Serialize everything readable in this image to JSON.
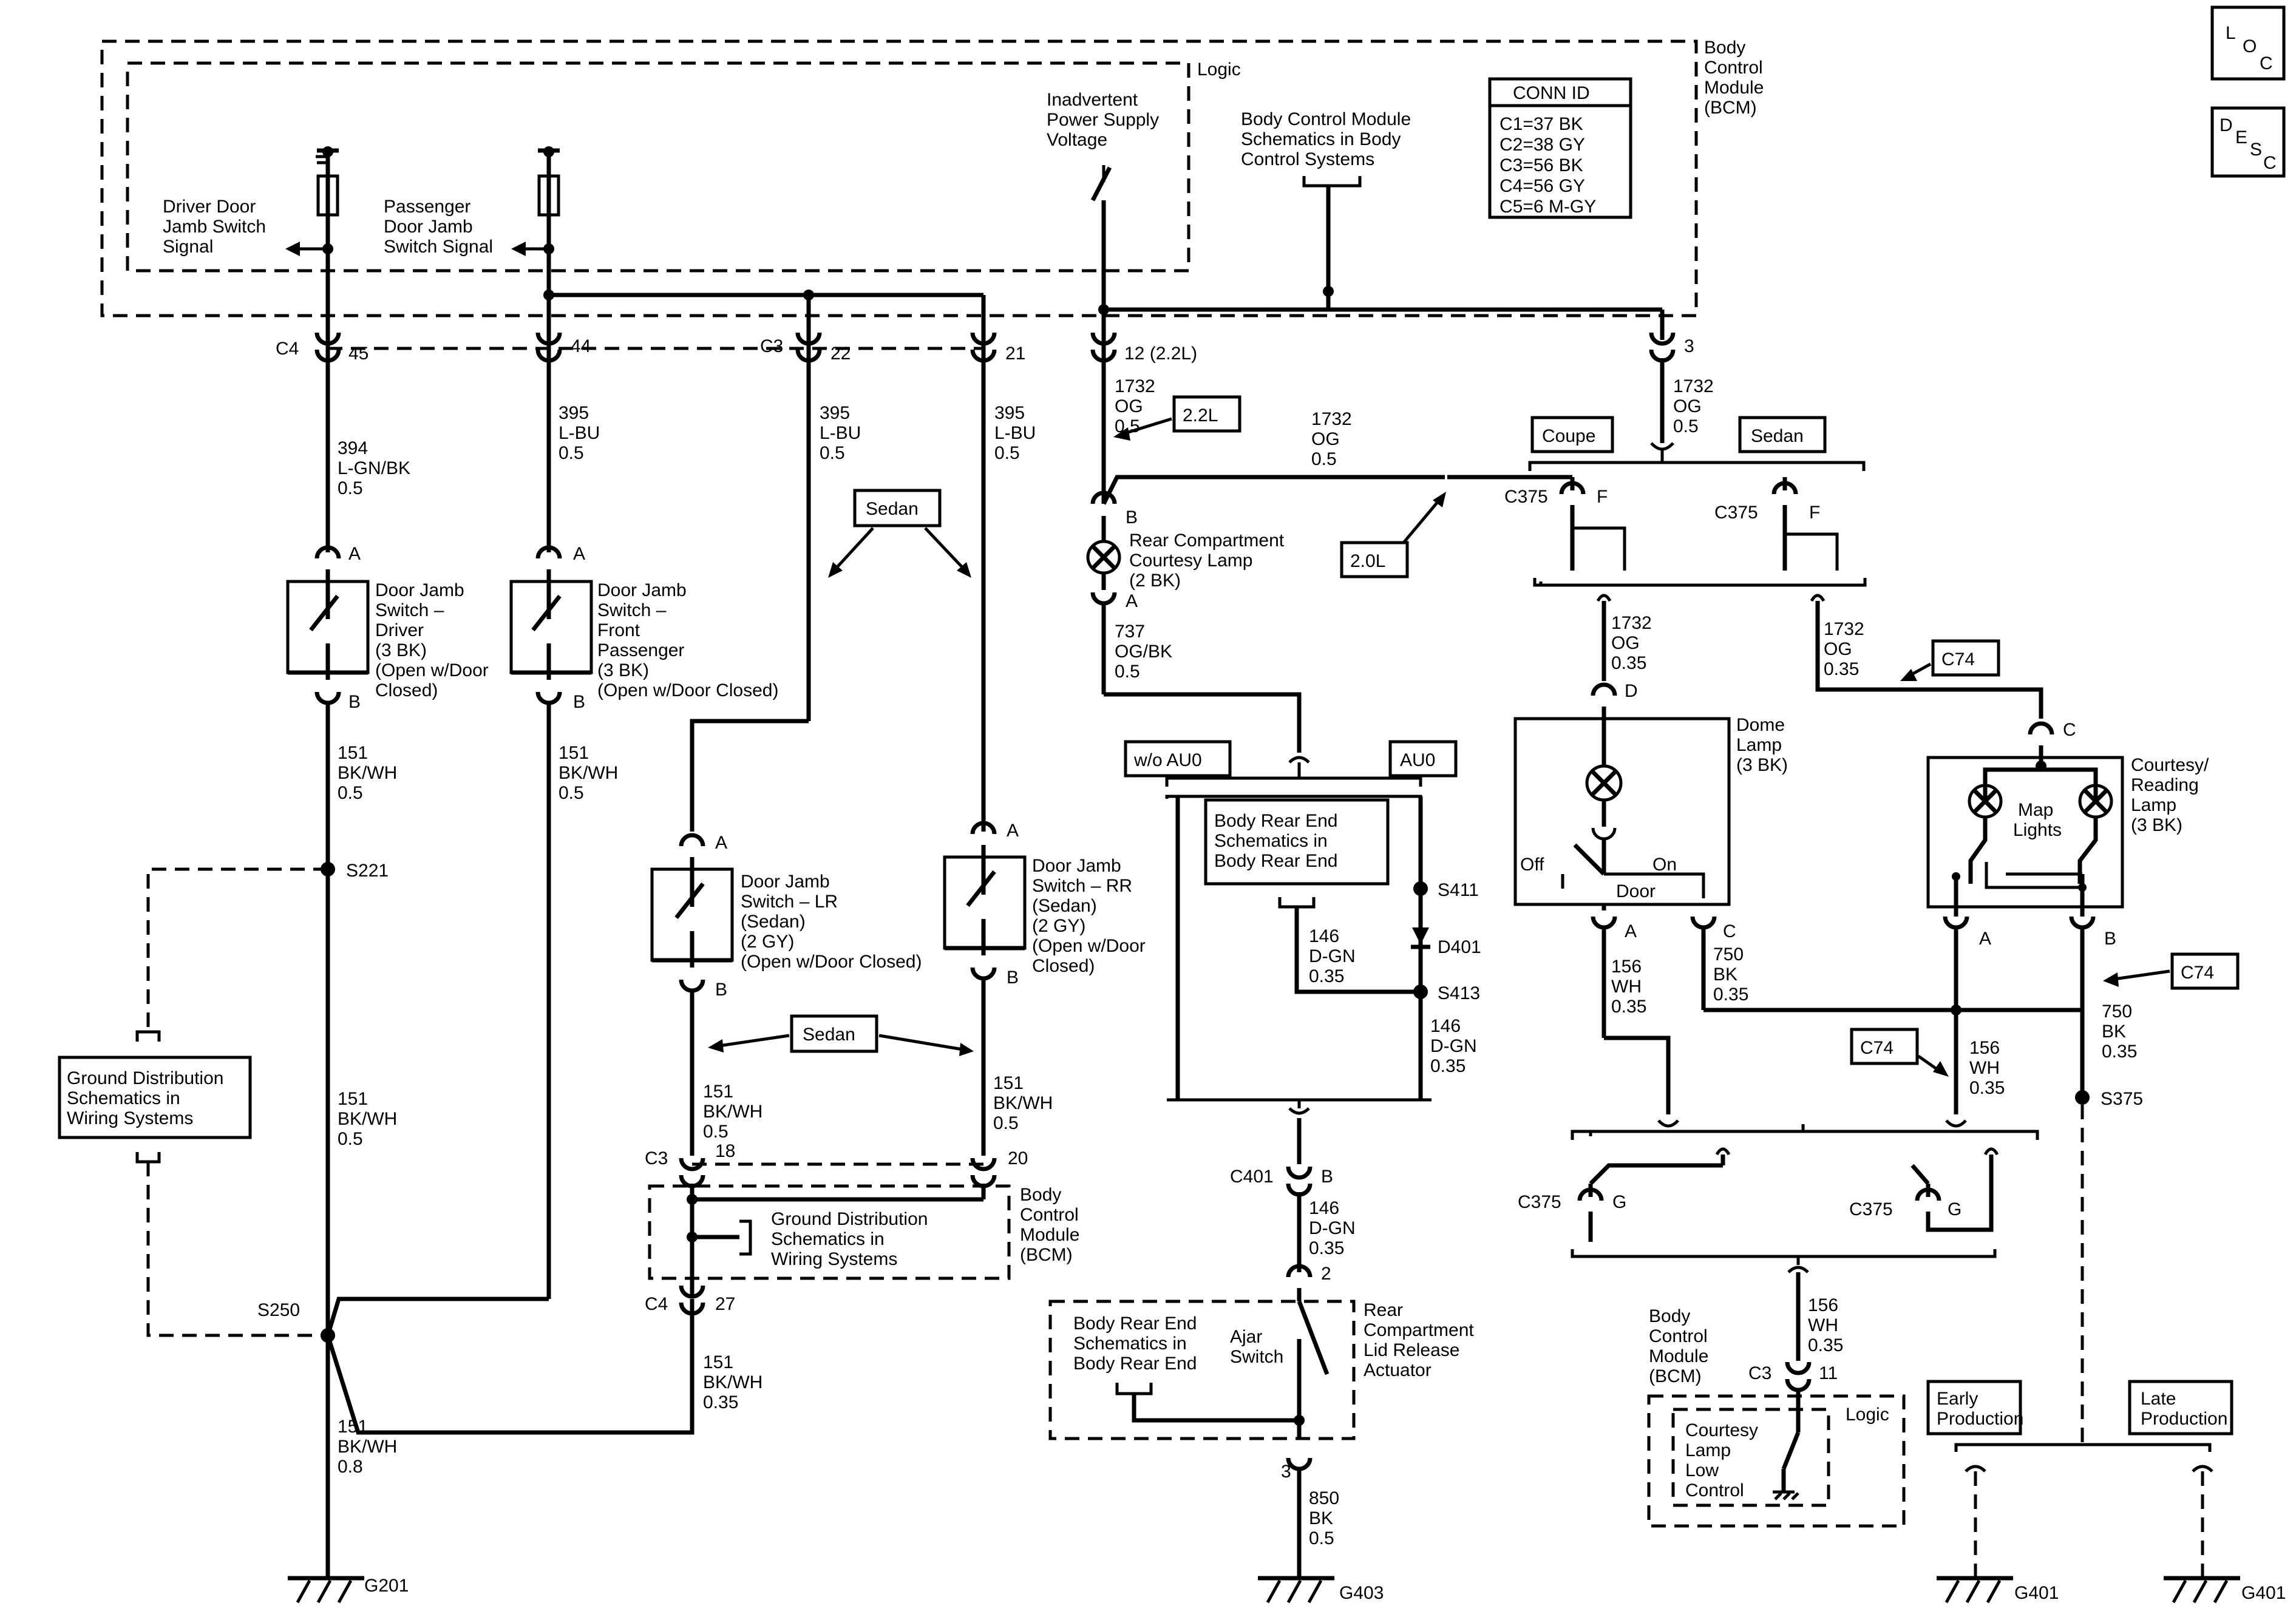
{
  "bcm_label": [
    "Body",
    "Control",
    "Module",
    "(BCM)"
  ],
  "logic_label": "Logic",
  "loc_icon": [
    "L",
    "O",
    "C"
  ],
  "desc_icon": [
    "D",
    "E",
    "S",
    "C"
  ],
  "conn_id": {
    "title": "CONN ID",
    "rows": [
      "C1=37 BK",
      "C2=38 GY",
      "C3=56 BK",
      "C4=56 GY",
      "C5=6 M-GY"
    ]
  },
  "bcm_logic": {
    "driver_signal": [
      "Driver Door",
      "Jamb Switch",
      "Signal"
    ],
    "passenger_signal": [
      "Passenger",
      "Door Jamb",
      "Switch Signal"
    ],
    "inadvertent": [
      "Inadvertent",
      "Power Supply",
      "Voltage"
    ],
    "bcm_schematics": [
      "Body Control Module",
      "Schematics in Body",
      "Control Systems"
    ]
  },
  "pins": {
    "c4": "C4",
    "p45": "45",
    "p44": "44",
    "c3": "C3",
    "p22": "22",
    "p21": "21",
    "p12": "12 (2.2L)",
    "p3": "3"
  },
  "wires": {
    "w394": [
      "394",
      "L-GN/BK",
      "0.5"
    ],
    "w395a": [
      "395",
      "L-BU",
      "0.5"
    ],
    "w395b": [
      "395",
      "L-BU",
      "0.5"
    ],
    "w395c": [
      "395",
      "L-BU",
      "0.5"
    ],
    "w1732a": [
      "1732",
      "OG",
      "0.5"
    ],
    "w1732b": [
      "1732",
      "OG",
      "0.5"
    ],
    "w1732c": [
      "1732",
      "OG",
      "0.5"
    ],
    "w151a": [
      "151",
      "BK/WH",
      "0.5"
    ],
    "w151b": [
      "151",
      "BK/WH",
      "0.5"
    ],
    "w151c": [
      "151",
      "BK/WH",
      "0.5"
    ],
    "w151d": [
      "151",
      "BK/WH",
      "0.5"
    ],
    "w151e": [
      "151",
      "BK/WH",
      "0.5"
    ],
    "w151f": [
      "151",
      "BK/WH",
      "0.35"
    ],
    "w151g": [
      "151",
      "BK/WH",
      "0.8"
    ],
    "w737": [
      "737",
      "OG/BK",
      "0.5"
    ],
    "w1732d": [
      "1732",
      "OG",
      "0.35"
    ],
    "w1732e": [
      "1732",
      "OG",
      "0.35"
    ],
    "w146a": [
      "146",
      "D-GN",
      "0.35"
    ],
    "w146b": [
      "146",
      "D-GN",
      "0.35"
    ],
    "w146c": [
      "146",
      "D-GN",
      "0.35"
    ],
    "w850": [
      "850",
      "BK",
      "0.5"
    ],
    "w156a": [
      "156",
      "WH",
      "0.35"
    ],
    "w156b": [
      "156",
      "WH",
      "0.35"
    ],
    "w156c": [
      "156",
      "WH",
      "0.35"
    ],
    "w750a": [
      "750",
      "BK",
      "0.35"
    ],
    "w750b": [
      "750",
      "BK",
      "0.35"
    ]
  },
  "tags": {
    "l22": "2.2L",
    "l20": "2.0L",
    "coupe": "Coupe",
    "sedan": "Sedan",
    "sedan2": "Sedan",
    "sedan3": "Sedan",
    "woau0": "w/o AU0",
    "au0": "AU0",
    "c74a": "C74",
    "c74b": "C74",
    "c74c": "C74",
    "early": [
      "Early",
      "Production"
    ],
    "late": [
      "Late",
      "Production"
    ]
  },
  "components": {
    "djs_driver": [
      "Door Jamb",
      "Switch –",
      "Driver",
      "(3 BK)",
      "(Open w/Door",
      "Closed)"
    ],
    "djs_front": [
      "Door Jamb",
      "Switch –",
      "Front",
      "Passenger",
      "(3 BK)",
      "(Open w/Door Closed)"
    ],
    "djs_lr": [
      "Door Jamb",
      "Switch – LR",
      "(Sedan)",
      "(2 GY)",
      "(Open w/Door Closed)"
    ],
    "djs_rr": [
      "Door Jamb",
      "Switch – RR",
      "(Sedan)",
      "(2 GY)",
      "(Open w/Door",
      "Closed)"
    ],
    "rear_lamp": [
      "Rear Compartment",
      "Courtesy Lamp",
      "(2 BK)"
    ],
    "dome_lamp": [
      "Dome",
      "Lamp",
      "(3 BK)"
    ],
    "dome_off": "Off",
    "dome_on": "On",
    "dome_door": "Door",
    "courtesy_lamp": [
      "Courtesy/",
      "Reading",
      "Lamp",
      "(3 BK)"
    ],
    "map_lights": [
      "Map",
      "Lights"
    ],
    "ground_dist1": [
      "Ground Distribution",
      "Schematics in",
      "Wiring Systems"
    ],
    "ground_dist2": [
      "Ground Distribution",
      "Schematics in",
      "Wiring Systems"
    ],
    "body_rear1": [
      "Body Rear End",
      "Schematics in",
      "Body Rear End"
    ],
    "body_rear2": [
      "Body Rear End",
      "Schematics in",
      "Body Rear End"
    ],
    "ajar": [
      "Ajar",
      "Switch"
    ],
    "actuator": [
      "Rear",
      "Compartment",
      "Lid Release",
      "Actuator"
    ],
    "bcm2": [
      "Body",
      "Control",
      "Module",
      "(BCM)"
    ],
    "bcm3": [
      "Body",
      "Control",
      "Module",
      "(BCM)"
    ],
    "courtesy_ctrl": [
      "Courtesy",
      "Lamp",
      "Low",
      "Control"
    ],
    "logic2": "Logic"
  },
  "labels": {
    "pA1": "A",
    "pB1": "B",
    "pA2": "A",
    "pB2": "B",
    "pA3": "A",
    "pB3": "B",
    "pA4": "A",
    "pB4": "B",
    "pB5": "B",
    "pA5": "A",
    "c375a": "C375",
    "fa": "F",
    "c375b": "C375",
    "fb": "F",
    "pD": "D",
    "pA6": "A",
    "pC6": "C",
    "pC7": "C",
    "pA7": "A",
    "pB7": "B",
    "c375c": "C375",
    "ga": "G",
    "c375d": "C375",
    "gb": "G",
    "s221": "S221",
    "s250": "S250",
    "s411": "S411",
    "d401": "D401",
    "s413": "S413",
    "s375": "S375",
    "c3b": "C3",
    "p18": "18",
    "p20": "20",
    "c4b": "C4",
    "p27": "27",
    "c401": "C401",
    "pB8": "B",
    "p2": "2",
    "p3b": "3",
    "c3c": "C3",
    "p11": "11",
    "g201": "G201",
    "g403": "G403",
    "g401a": "G401",
    "g401b": "G401"
  }
}
